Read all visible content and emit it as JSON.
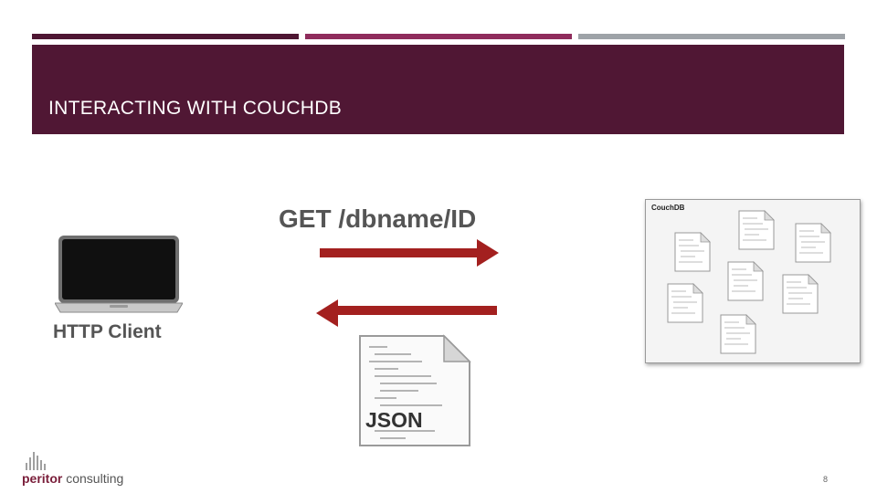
{
  "slide": {
    "title": "INTERACTING WITH COUCHDB",
    "page_number": "8"
  },
  "diagram": {
    "client_label": "HTTP Client",
    "request_label": "GET /dbname/ID",
    "response_label": "JSON",
    "server_label": "CouchDB"
  },
  "logo": {
    "brand": "peritor",
    "suffix": "consulting"
  },
  "colors": {
    "header": "#501734",
    "bar_1": "#4f1733",
    "bar_2": "#8f2c5c",
    "bar_3": "#9ea3a8",
    "arrow": "#a3201f"
  },
  "icons": [
    "laptop-icon",
    "arrow-right-icon",
    "arrow-left-icon",
    "json-document-icon",
    "document-icon",
    "logo-bars-icon"
  ]
}
